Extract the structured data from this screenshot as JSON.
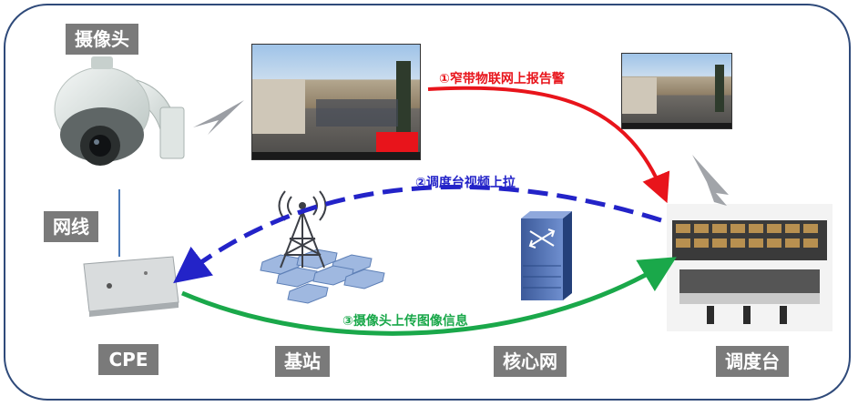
{
  "labels": {
    "camera": "摄像头",
    "cable": "网线",
    "cpe": "CPE",
    "base_station": "基站",
    "core_network": "核心网",
    "dispatch": "调度台"
  },
  "flows": {
    "alarm": "①窄带物联网上报告警",
    "pull_video": "②调度台视频上拉",
    "upload_image": "③摄像头上传图像信息"
  },
  "colors": {
    "alarm": "#e8141b",
    "pull_video": "#2323c8",
    "upload_image": "#1aa84a",
    "label_bg": "#7a7a7a",
    "border": "#2f4a7a"
  }
}
